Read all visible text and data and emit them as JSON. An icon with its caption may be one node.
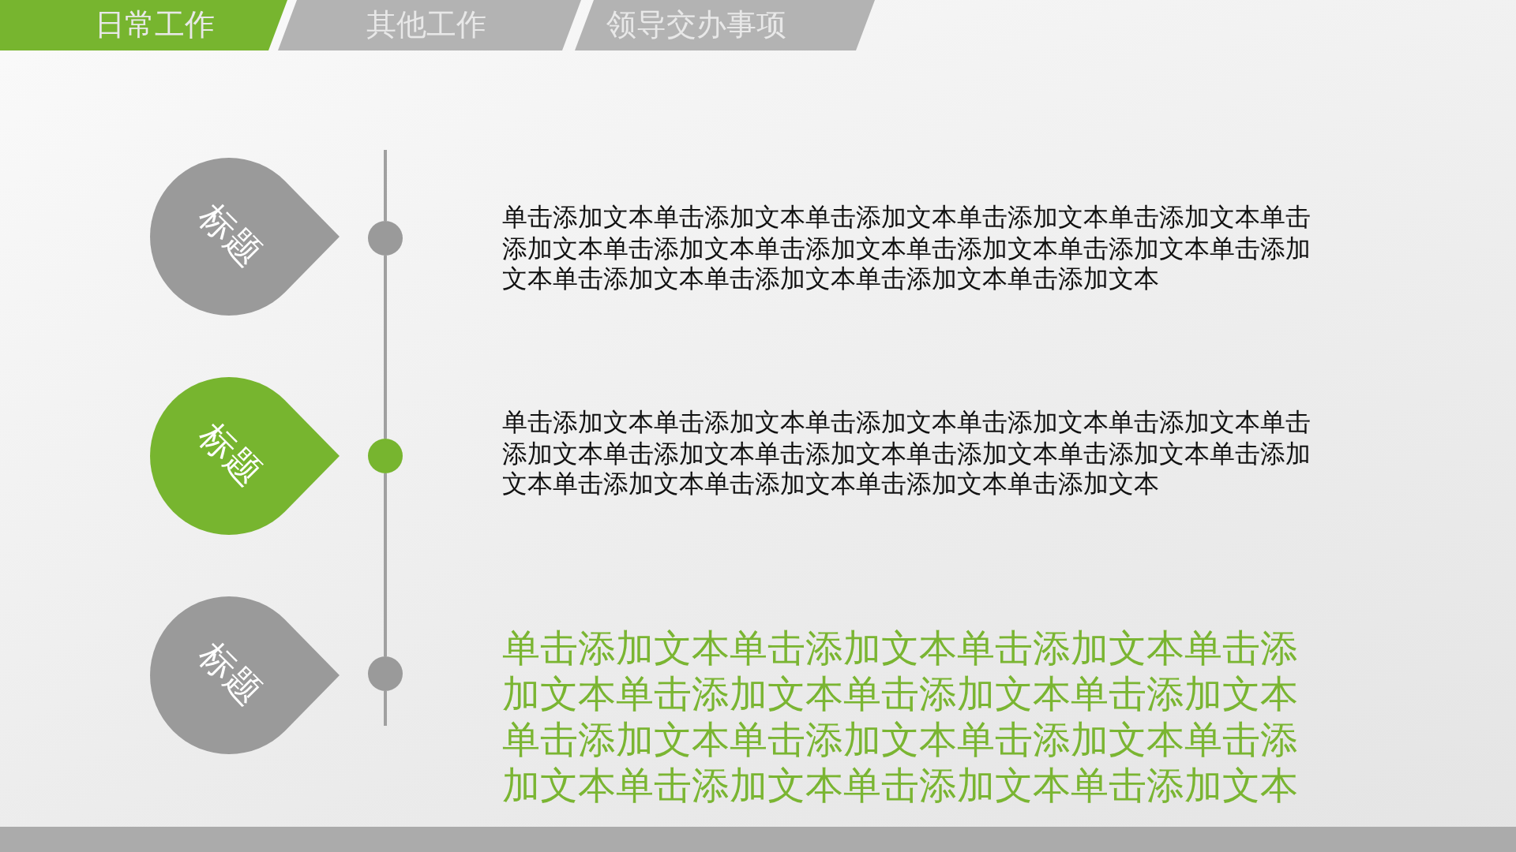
{
  "diagram": {
    "nodes": [
      {
        "text": [
          "日常工作"
        ]
      },
      {
        "text": [
          "其他工作"
        ]
      },
      {
        "text": [
          "领导交办事项"
        ]
      },
      {
        "text": [
          "标题"
        ]
      },
      {
        "text": [
          "标题"
        ]
      },
      {
        "text": [
          "标题"
        ]
      },
      {
        "text": [],
        "shape": "circle"
      },
      {
        "text": [],
        "shape": "circle"
      },
      {
        "text": [],
        "shape": "circle"
      },
      {
        "text": [
          "单击添加文本单击添加文本单击添加文本单击添加文本单击添加文本单击添加文本单击添加文本单击添加文本单击添加文本单击添加文本单击添加文本单击添加文本单击添加文本单击添加文本单击添加文本"
        ]
      },
      {
        "text": [
          "单击添加文本单击添加文本单击添加文本单击添加文本单击添加文本单击添加文本单击添加文本单击添加文本单击添加文本单击添加文本单击添加文本单击添加文本单击添加文本单击添加文本单击添加文本"
        ]
      },
      {
        "text": [
          "单击添加文本单击添加文本单击添加文本单击添加文本单击添加文本单击添加文本单击添加文本单击添加文本单击添加文本单击添加文本单击添加文本单击添加文本单击添加文本单击添加文本"
        ]
      }
    ],
    "edges": [
      {
        "from": 6,
        "to": 7,
        "arrow": "none"
      },
      {
        "from": 7,
        "to": 8,
        "arrow": "none"
      }
    ]
  }
}
